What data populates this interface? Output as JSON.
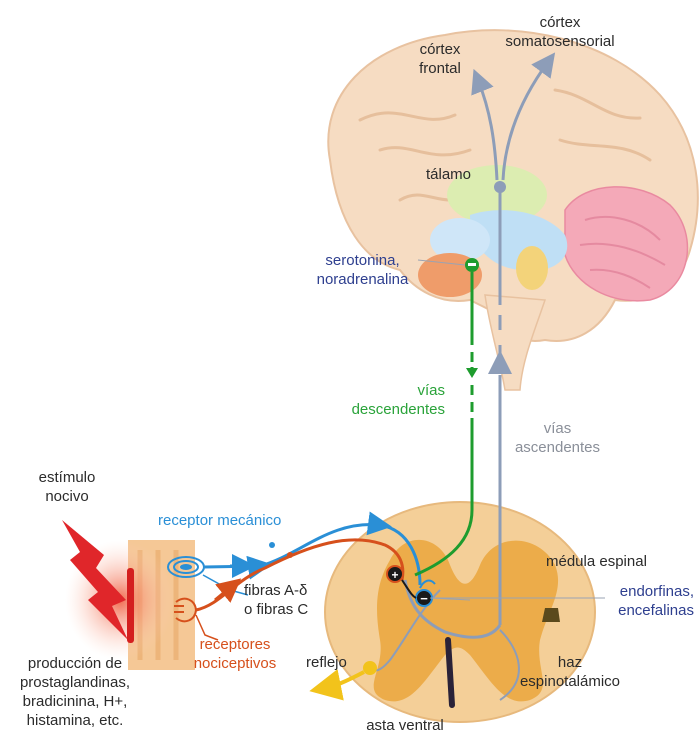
{
  "labels": {
    "cortex_frontal": "córtex\nfrontal",
    "cortex_somato": "córtex\nsomatosensorial",
    "talamo": "tálamo",
    "serotonina": "serotonina,\nnoradrenalina",
    "vias_descendentes": "vías\ndescendentes",
    "vias_ascendentes": "vías\nascendentes",
    "estimulo": "estímulo\nnocivo",
    "receptor_mecanico": "receptor mecánico",
    "fibras": "fibras A-δ\no fibras C",
    "receptores": "receptores\nnociceptivos",
    "reflejo": "reflejo",
    "produccion": "producción de\nprostaglandinas,\nbradicinina, H+,\nhistamina, etc.",
    "medula": "médula espinal",
    "endorfinas": "endorfinas,\nencefalinas",
    "haz": "haz\nespinotalámico",
    "asta": "asta ventral"
  },
  "symbols": {
    "plus": "+",
    "minus": "−"
  },
  "colors": {
    "text": "#2b2b2b",
    "blue_label": "#2e3f8f",
    "green": "#1e9c2e",
    "green_label": "#2aa33a",
    "ascending": "#8d9db8",
    "ascending_label": "#8a8f99",
    "mechanical": "#2a8fd6",
    "nociceptive": "#d6501c",
    "reflex": "#f2c31b",
    "brain_tissue": "#f6dcc2",
    "spinal_tissue": "#f4cf98",
    "grey_matter": "#eaa63c",
    "skin": "#f5c896",
    "stimulus": "#e0262a"
  }
}
